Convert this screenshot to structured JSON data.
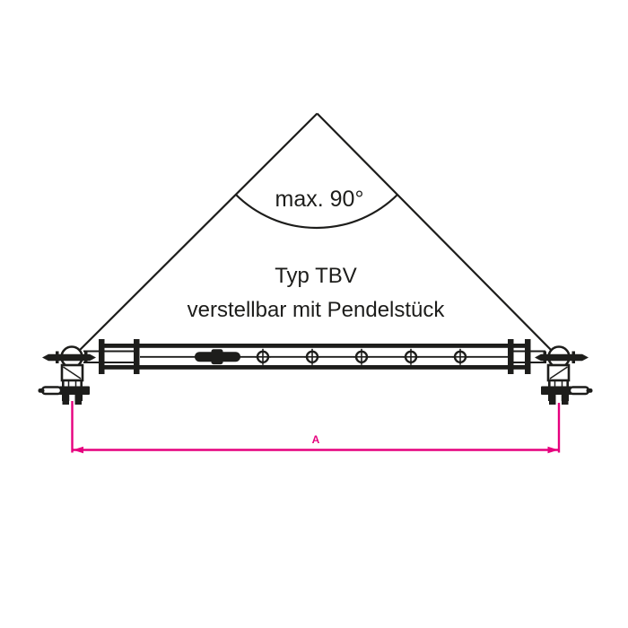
{
  "drawing": {
    "angle_label": "max. 90°",
    "type_label": "Typ TBV",
    "subtitle_label": "verstellbar mit Pendelstück",
    "dimension_label": "A"
  },
  "colors": {
    "line": "#1d1d1b",
    "dimension_accent": "#e6007e",
    "background": "#ffffff"
  }
}
